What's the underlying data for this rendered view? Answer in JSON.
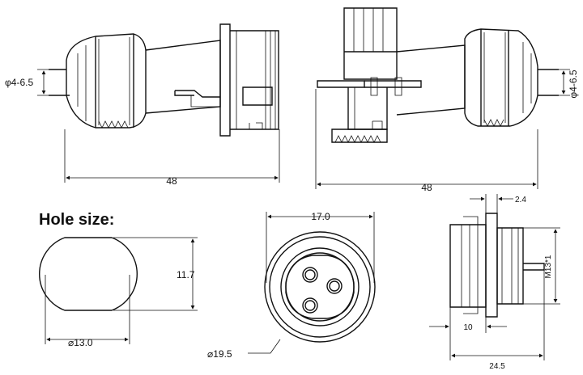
{
  "title": "Hole size:",
  "dims": {
    "left_cable": "φ4-6.5",
    "right_cable": "φ4-6.5",
    "left_length": "48",
    "right_length": "48",
    "hole_height": "11.7",
    "hole_diameter": "⌀13.0",
    "face_width": "17.0",
    "face_diameter": "⌀19.5",
    "side_top": "2.4",
    "side_thread": "M13*1",
    "side_inner": "10",
    "side_total": "24.5"
  }
}
